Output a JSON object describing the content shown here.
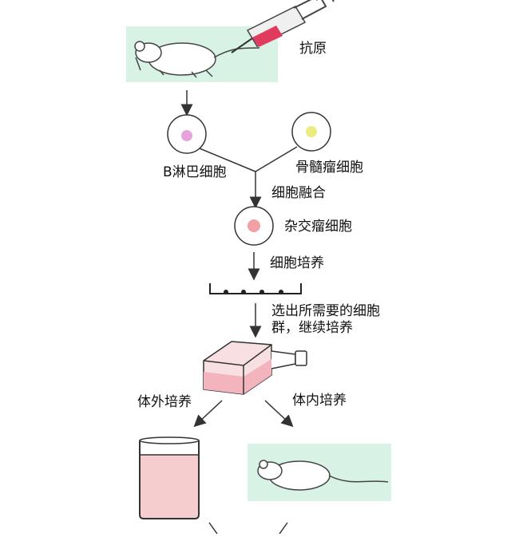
{
  "labels": {
    "antigen": "抗原",
    "b_cell": "B淋巴细胞",
    "myeloma": "骨髓瘤细胞",
    "fusion": "细胞融合",
    "hybridoma": "杂交瘤细胞",
    "culture": "细胞培养",
    "select": "选出所需要的细胞群，继续培养",
    "in_vitro": "体外培养",
    "in_vivo": "体内培养"
  },
  "colors": {
    "mouse_bg": "#d8f3e6",
    "syringe_fluid": "#e03a5c",
    "b_cell_nucleus": "#e7a4dc",
    "myeloma_nucleus": "#ecec7e",
    "hybridoma_nucleus": "#f1a0a5",
    "flask_fill": "#f3b4bd",
    "beaker_fill": "#f6cdcf"
  }
}
